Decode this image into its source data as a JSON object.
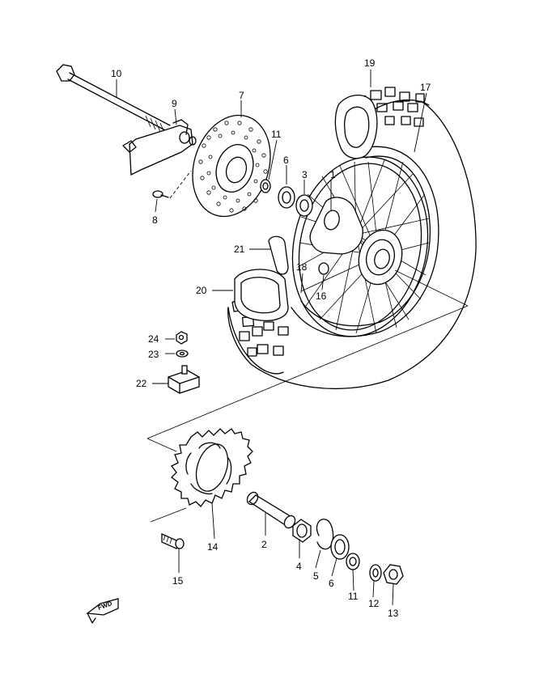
{
  "diagram": {
    "labels": {
      "p1": "1",
      "p2": "2",
      "p3": "3",
      "p4": "4",
      "p5": "5",
      "p6a": "6",
      "p6b": "6",
      "p7": "7",
      "p8": "8",
      "p9": "9",
      "p10": "10",
      "p11a": "11",
      "p11b": "11",
      "p12": "12",
      "p13": "13",
      "p14": "14",
      "p15": "15",
      "p16": "16",
      "p17": "17",
      "p18": "18",
      "p19": "19",
      "p20": "20",
      "p21": "21",
      "p22": "22",
      "p23": "23",
      "p24": "24"
    },
    "fwd_marker": "FWD"
  }
}
